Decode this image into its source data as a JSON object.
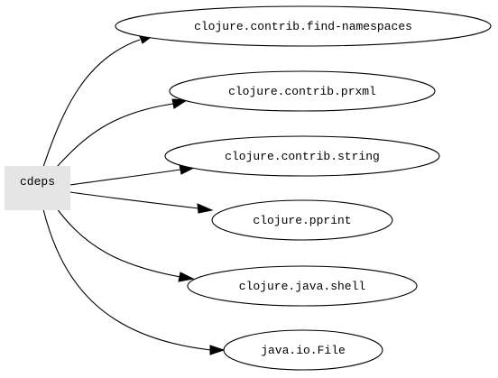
{
  "graph": {
    "source": {
      "label": "cdeps"
    },
    "targets": [
      {
        "label": "clojure.contrib.find-namespaces"
      },
      {
        "label": "clojure.contrib.prxml"
      },
      {
        "label": "clojure.contrib.string"
      },
      {
        "label": "clojure.pprint"
      },
      {
        "label": "clojure.java.shell"
      },
      {
        "label": "java.io.File"
      }
    ],
    "colors": {
      "source_fill": "#e5e5e5",
      "stroke": "#000000",
      "background": "#ffffff"
    }
  }
}
